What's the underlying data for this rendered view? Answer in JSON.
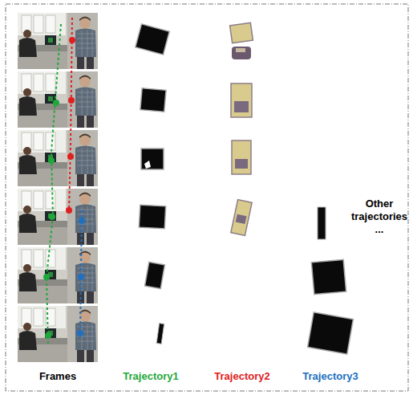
{
  "diagram": {
    "labels": [
      "Other trajectories ...",
      "Frames",
      "Trajectory1",
      "Trajectory2",
      "Trajectory3"
    ]
  }
}
